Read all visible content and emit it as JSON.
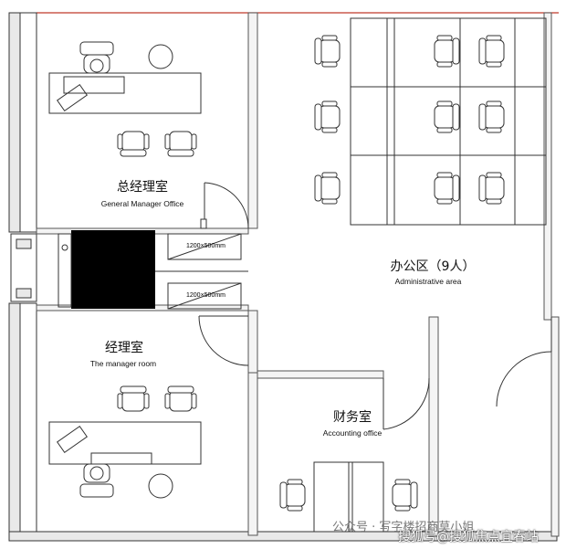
{
  "rooms": {
    "general_manager": {
      "name_zh": "总经理室",
      "name_en": "General Manager Office"
    },
    "administrative": {
      "name_zh": "办公区（9人）",
      "name_en": "Administrative area"
    },
    "manager": {
      "name_zh": "经理室",
      "name_en": "The manager room"
    },
    "accounting": {
      "name_zh": "财务室",
      "name_en": "Accounting office"
    }
  },
  "cabinets": {
    "upper_size": "1200×500mm",
    "lower_size": "1200×500mm"
  },
  "watermark": {
    "line1": "公众号 · 写字楼招商莫小姐",
    "line2": "搜狐号@搜狐焦点宜春站"
  },
  "colors": {
    "wall": "#9a9a9a",
    "line": "#1a1a1a",
    "wall_top": "#c0392b",
    "core": "#000000"
  }
}
